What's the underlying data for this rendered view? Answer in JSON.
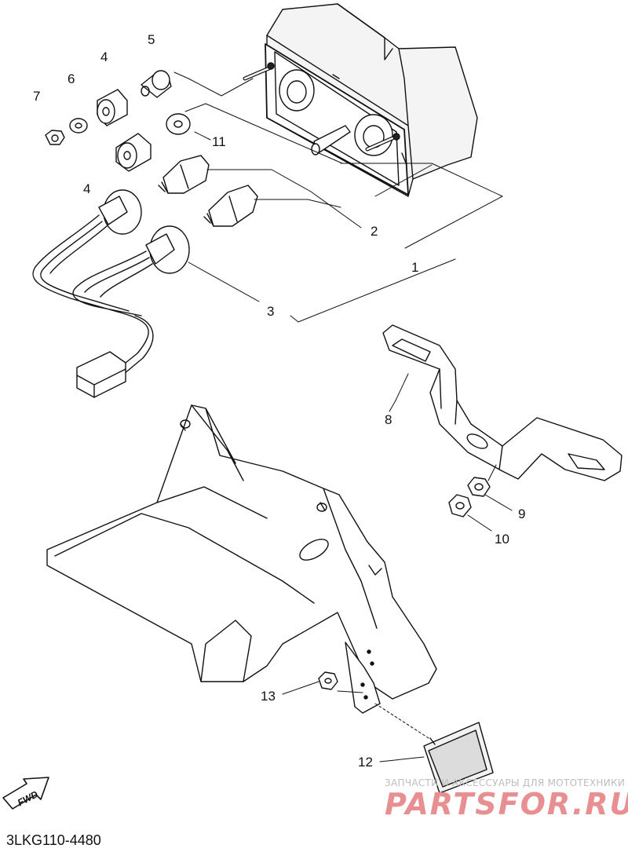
{
  "parts": [
    {
      "id": "1",
      "label": "1"
    },
    {
      "id": "2",
      "label": "2"
    },
    {
      "id": "3",
      "label": "3"
    },
    {
      "id": "4a",
      "label": "4"
    },
    {
      "id": "4b",
      "label": "4"
    },
    {
      "id": "5",
      "label": "5"
    },
    {
      "id": "6",
      "label": "6"
    },
    {
      "id": "7",
      "label": "7"
    },
    {
      "id": "8",
      "label": "8"
    },
    {
      "id": "9",
      "label": "9"
    },
    {
      "id": "10",
      "label": "10"
    },
    {
      "id": "11",
      "label": "11"
    },
    {
      "id": "12",
      "label": "12"
    },
    {
      "id": "13",
      "label": "13"
    }
  ],
  "fwd_marker": "FWD",
  "reference_code": "3LKG110-4480",
  "watermark": {
    "tagline": "ЗАПЧАСТИ И АКСЕССУАРЫ ДЛЯ МОТОТЕХНИКИ",
    "brand": "PARTSFOR.RU",
    "color": "#e88f92"
  }
}
